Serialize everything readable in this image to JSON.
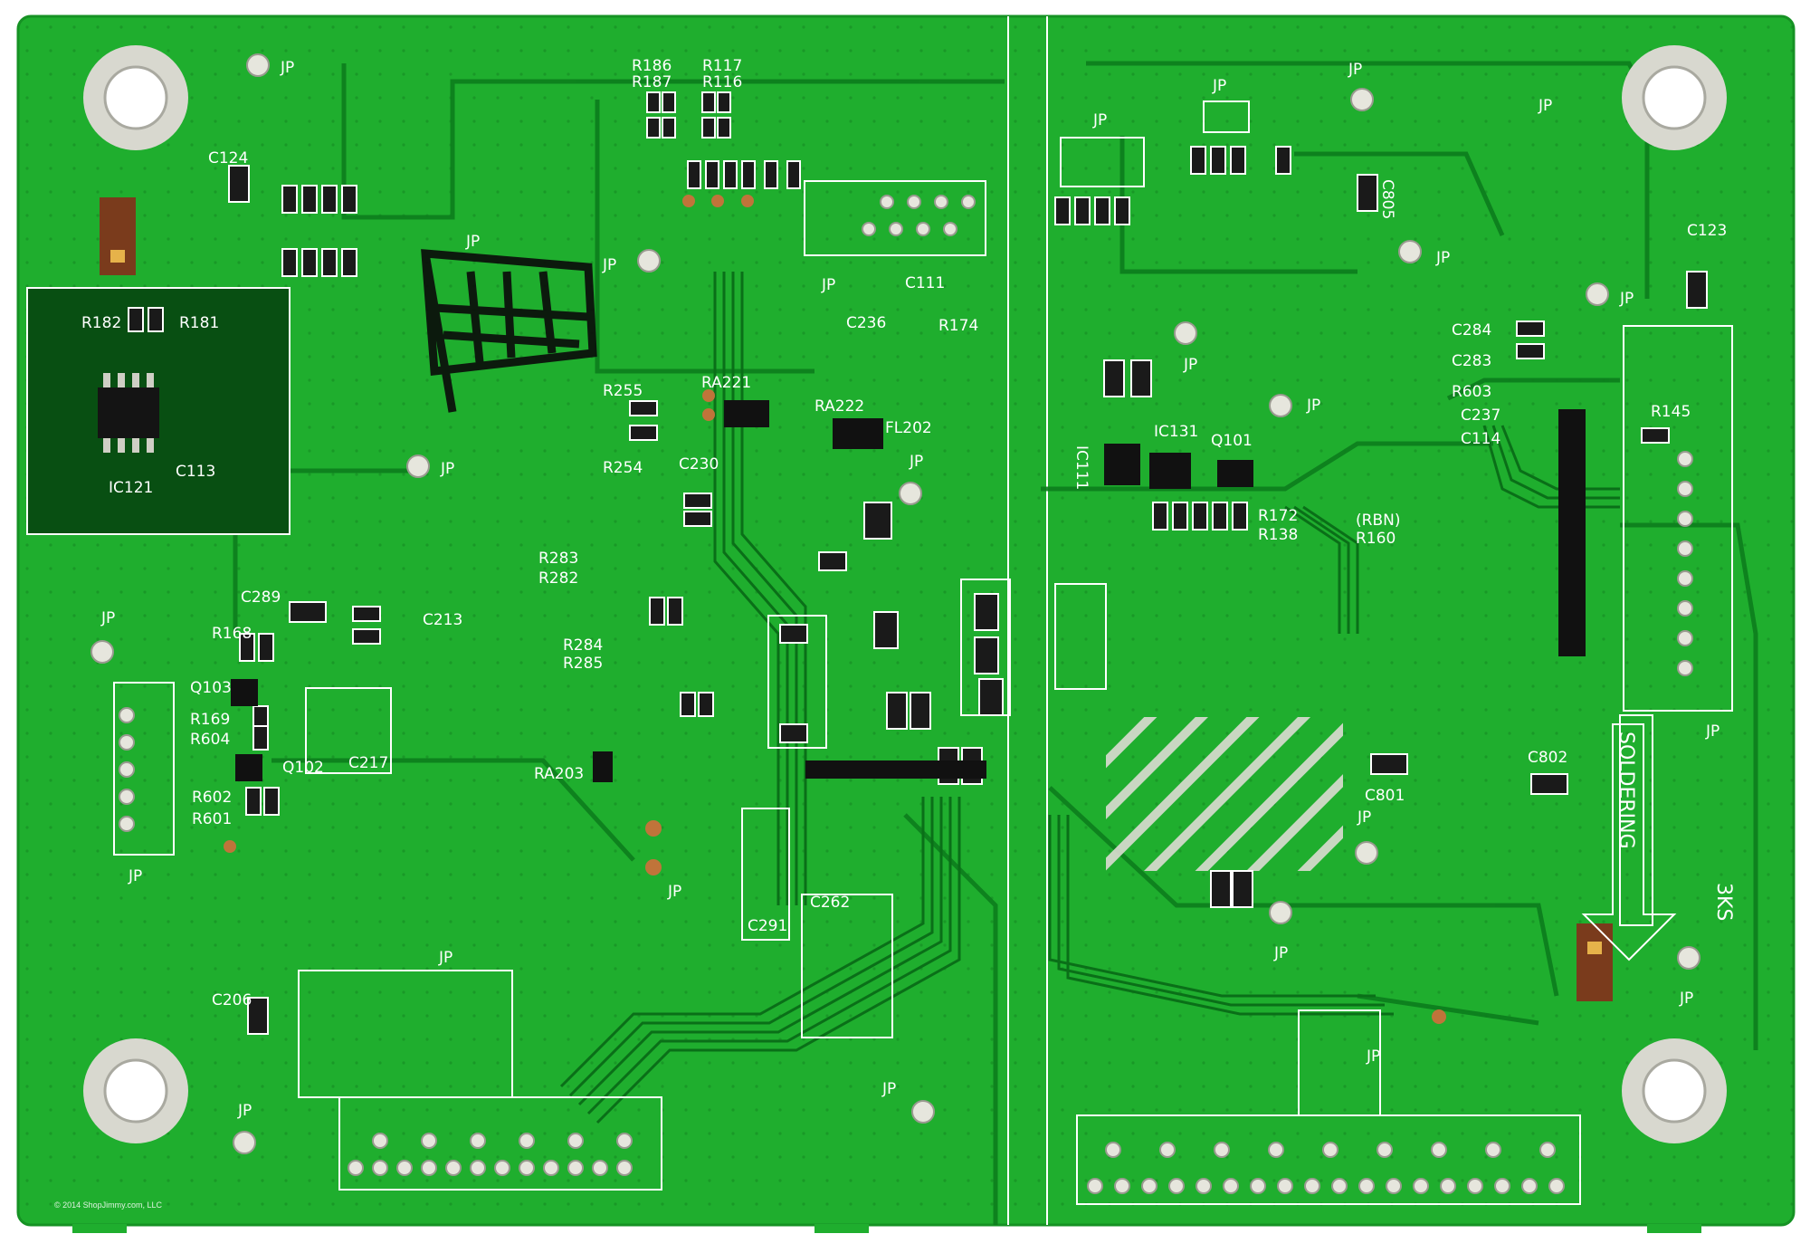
{
  "board": {
    "solder_mask_color": "#1fae2e",
    "trace_color": "#0c7d1d",
    "silkscreen_color": "#ffffff",
    "pad_color": "#d9d9d0"
  },
  "labels": {
    "jp": "JP",
    "ic121": "IC121",
    "ic131": "IC131",
    "ic111": "IC111",
    "q101": "Q101",
    "q102": "Q102",
    "q103": "Q103",
    "ra221": "RA221",
    "ra222": "RA222",
    "ra203": "RA203",
    "fl202": "FL202",
    "r182": "R182",
    "r181": "R181",
    "r186": "R186",
    "r187": "R187",
    "r117": "R117",
    "r116": "R116",
    "r174": "R174",
    "r255": "R255",
    "r254": "R254",
    "r145": "R145",
    "r160": "R160",
    "rbn": "(RBN)",
    "r603": "R603",
    "r602": "R602",
    "r601": "R601",
    "r604": "R604",
    "r169": "R169",
    "r168": "R168",
    "r283": "R283",
    "r282": "R282",
    "r284": "R284",
    "r285": "R285",
    "r172": "R172",
    "r138": "R138",
    "c124": "C124",
    "c113": "C113",
    "c289": "C289",
    "c213": "C213",
    "c217": "C217",
    "c230": "C230",
    "c284": "C284",
    "c283": "C283",
    "c237": "C237",
    "c114": "C114",
    "c802": "C802",
    "c801": "C801",
    "c236": "C236",
    "c111": "C111",
    "c123": "C123",
    "c805": "C805",
    "c206": "C206",
    "c291": "C291",
    "c262": "C262",
    "soldering": "SOLDERING",
    "lot_mark": "3KS",
    "copyright": "© 2014 ShopJimmy.com, LLC"
  }
}
